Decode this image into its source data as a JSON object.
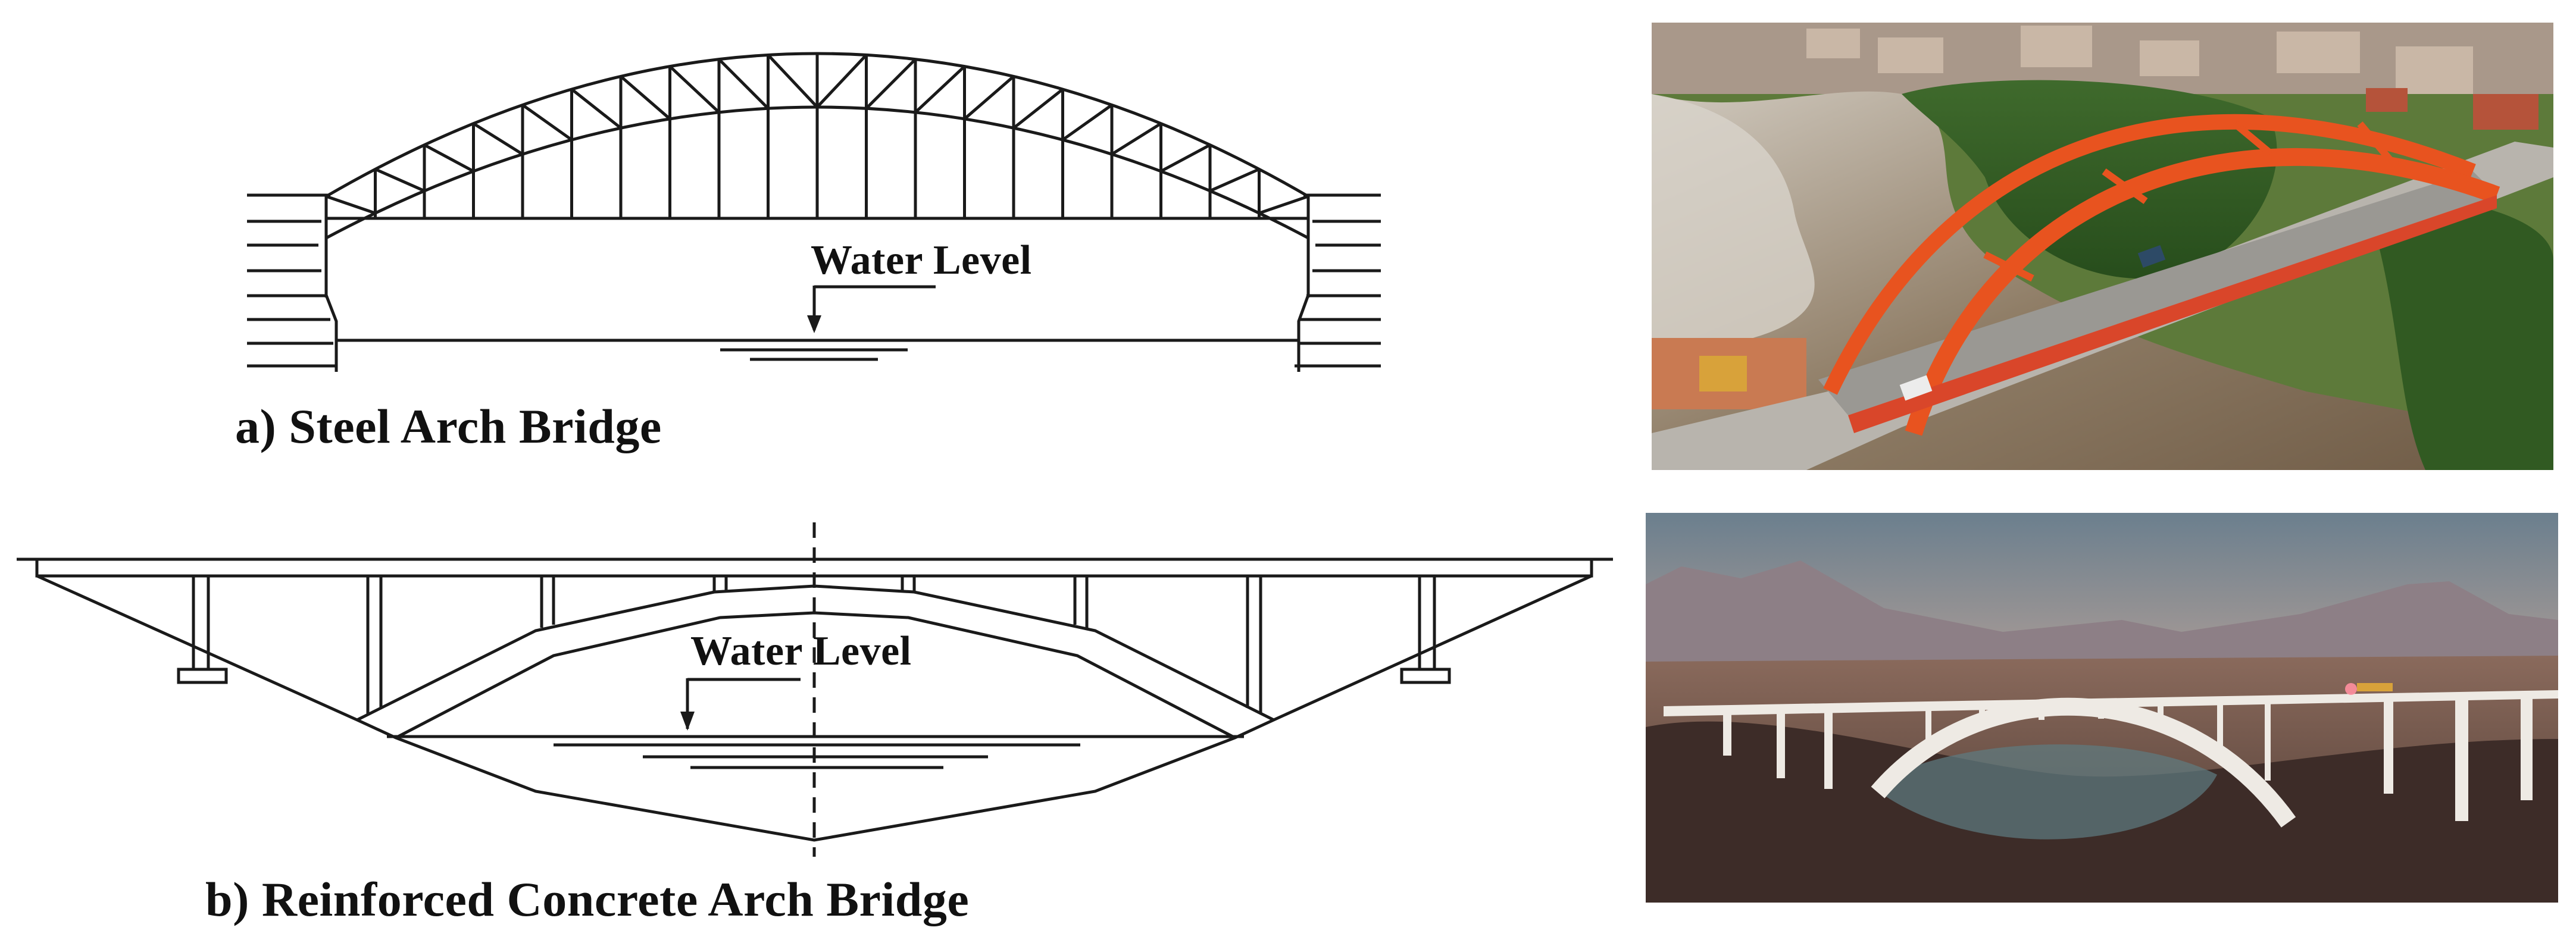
{
  "figure": {
    "steel": {
      "water_level_label": "Water Level",
      "caption": "a) Steel Arch Bridge"
    },
    "concrete": {
      "water_level_label": "Water Level",
      "caption": "b) Reinforced Concrete Arch Bridge"
    },
    "colors": {
      "line": "#1a1a1a",
      "steel_arch_paint": "#e8531f",
      "concrete_white": "#eeeae4"
    }
  }
}
